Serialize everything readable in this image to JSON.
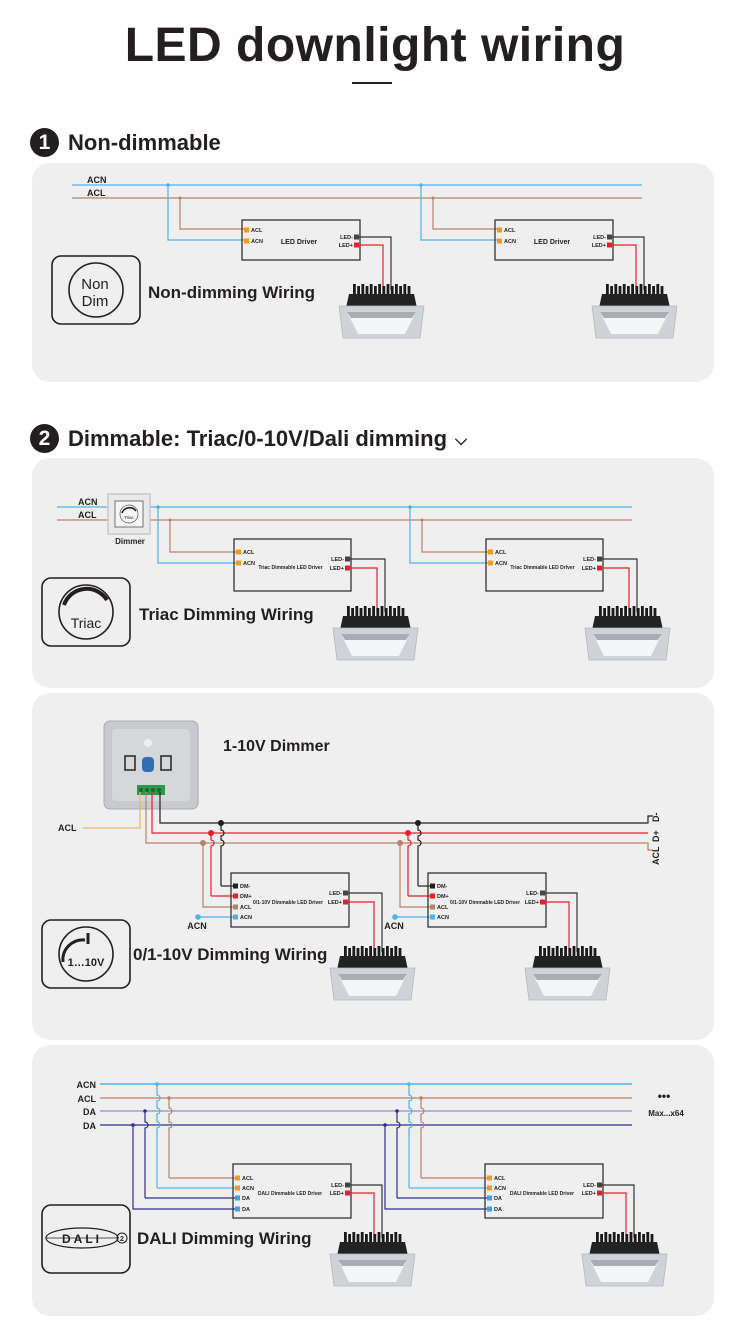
{
  "title": "LED downlight wiring",
  "sections": [
    {
      "number": "1",
      "title": "Non-dimmable"
    },
    {
      "number": "2",
      "title": "Dimmable: Triac/0-10V/Dali dimming",
      "icon": "chevron-down-icon"
    }
  ],
  "panels": {
    "non_dim": {
      "icon_text": [
        "Non",
        "Dim"
      ],
      "label": "Non-dimming Wiring",
      "wires": [
        "ACN",
        "ACL"
      ],
      "driver": "LED Driver",
      "terminals": [
        "ACL",
        "ACN"
      ],
      "outputs": [
        "LED-",
        "LED+"
      ]
    },
    "triac": {
      "icon_text": "Triac",
      "label": "Triac Dimming Wiring",
      "wires": [
        "ACN",
        "ACL"
      ],
      "dimmer_label": "Dimmer",
      "dimmer_icon_text": "Triac",
      "driver": "Triac Dimmable LED Driver",
      "terminals": [
        "ACL",
        "ACN"
      ],
      "outputs": [
        "LED-",
        "LED+"
      ]
    },
    "v010": {
      "dimmer_title": "1-10V Dimmer",
      "icon_text": "1…10V",
      "label": "0/1-10V Dimming Wiring",
      "input_wire": "ACL",
      "bus_labels": [
        "D-",
        "D+",
        "ACL"
      ],
      "acn_label": "ACN",
      "driver": "0/1-10V Dimmable LED Driver",
      "terminals": [
        "DM-",
        "DM+",
        "ACL",
        "ACN"
      ],
      "outputs": [
        "LED-",
        "LED+"
      ]
    },
    "dali": {
      "icon_text": "DALI",
      "icon_badge": "2",
      "label": "DALI Dimming Wiring",
      "wires": [
        "ACN",
        "ACL",
        "DA",
        "DA"
      ],
      "driver": "DALI Dimmable LED Driver",
      "terminals": [
        "ACL",
        "ACN",
        "DA",
        "DA"
      ],
      "outputs": [
        "LED-",
        "LED+"
      ],
      "more": "•••",
      "max": "Max...x64"
    }
  },
  "colors": {
    "acn": "#4fb3e6",
    "acl": "#b9826a",
    "acl_input": "#f2b36b",
    "d_minus": "#231f1f",
    "d_plus": "#e8202a",
    "da_light": "#8c8fcc",
    "da_dark": "#2d2f8e",
    "terminal": "#f39a1e",
    "panel_bg": "#efefef"
  }
}
